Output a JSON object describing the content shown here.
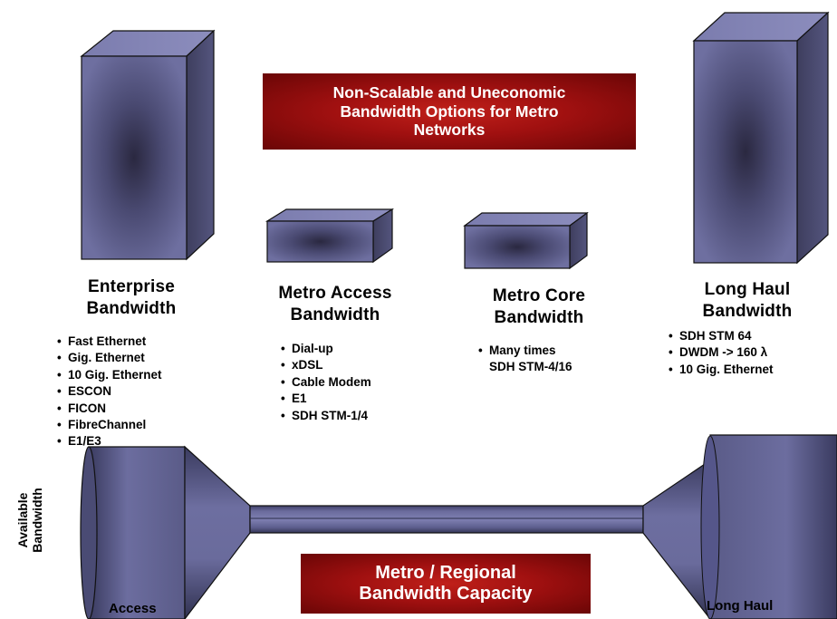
{
  "banners": {
    "top": [
      "Non-Scalable and Uneconomic",
      "Bandwidth Options for Metro",
      "Networks"
    ],
    "bottom": [
      "Metro / Regional",
      "Bandwidth Capacity"
    ]
  },
  "columns": [
    {
      "title": [
        "Enterprise",
        "Bandwidth"
      ],
      "items": [
        "Fast Ethernet",
        "Gig. Ethernet",
        "10 Gig. Ethernet",
        "ESCON",
        "FICON",
        "FibreChannel",
        "E1/E3"
      ]
    },
    {
      "title": [
        "Metro Access",
        "Bandwidth"
      ],
      "items": [
        "Dial-up",
        "xDSL",
        "Cable Modem",
        "E1",
        "SDH STM-1/4"
      ]
    },
    {
      "title": [
        "Metro Core",
        "Bandwidth"
      ],
      "items": [
        "Many times",
        "SDH STM-4/16"
      ]
    },
    {
      "title": [
        "Long Haul",
        "Bandwidth"
      ],
      "items": [
        "SDH STM 64",
        "DWDM -> 160  λ",
        "10 Gig. Ethernet"
      ]
    }
  ],
  "axis_label": [
    "Available",
    "Bandwidth"
  ],
  "pipe_labels": {
    "left": "Access",
    "right": "Long Haul"
  }
}
